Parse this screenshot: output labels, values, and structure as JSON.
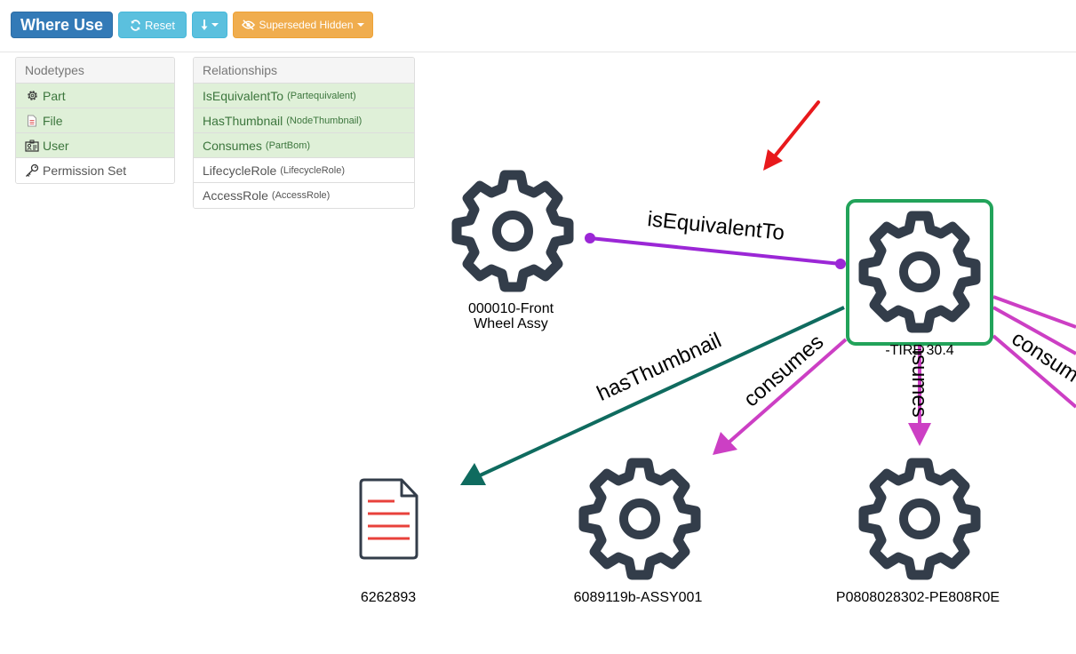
{
  "toolbar": {
    "where_use": "Where Use",
    "reset": "Reset",
    "superseded": "Superseded Hidden"
  },
  "nodetypes": {
    "heading": "Nodetypes",
    "items": [
      {
        "label": "Part",
        "icon": "gear-icon",
        "active": true
      },
      {
        "label": "File",
        "icon": "file-icon",
        "active": true
      },
      {
        "label": "User",
        "icon": "id-card-icon",
        "active": true
      },
      {
        "label": "Permission Set",
        "icon": "key-icon",
        "active": false
      }
    ]
  },
  "relationships": {
    "heading": "Relationships",
    "items": [
      {
        "label": "IsEquivalentTo",
        "sub": "(Partequivalent)",
        "active": true
      },
      {
        "label": "HasThumbnail",
        "sub": "(NodeThumbnail)",
        "active": true
      },
      {
        "label": "Consumes",
        "sub": "(PartBom)",
        "active": true
      },
      {
        "label": "LifecycleRole",
        "sub": "(LifecycleRole)",
        "active": false
      },
      {
        "label": "AccessRole",
        "sub": "(AccessRole)",
        "active": false
      }
    ]
  },
  "graph": {
    "nodes": {
      "front_wheel": "000010-Front\nWheel Assy",
      "tire": "-TIRE 30.4",
      "doc": "6262893",
      "assy": "6089119b-ASSY001",
      "pe": "P0808028302-PE808R0E"
    },
    "edges": {
      "equivalent": "isEquivalentTo",
      "thumbnail": "hasThumbnail",
      "consumes1": "consumes",
      "consumes2": "consumes",
      "consumes3": "consum"
    },
    "colors": {
      "equivalent": "#9b27d6",
      "thumbnail": "#0f6b5f",
      "consumes": "#cc3fc4",
      "selected_border": "#22a35a",
      "gear": "#333d4a",
      "annotation_arrow": "#e8191c"
    }
  }
}
